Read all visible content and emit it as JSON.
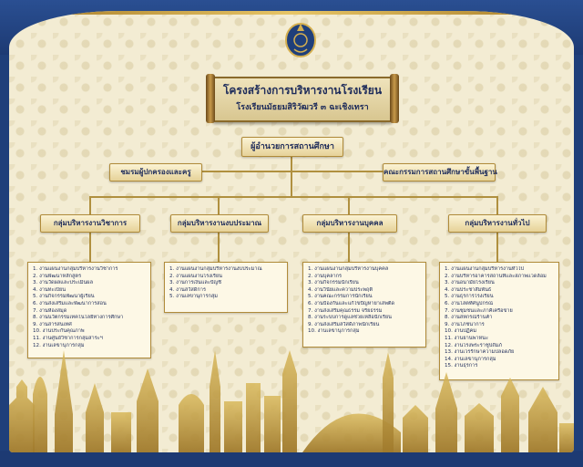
{
  "title": "โครงสร้างการบริหารงานโรงเรียน",
  "subtitle": "โรงเรียนมัธยมสิริวัฒวรี ๓ ฉะเชิงเทรา",
  "director": "ผู้อำนวยการสถานศึกษา",
  "parents_network": "ชมรมผู้ปกครองและครู",
  "school_board": "คณะกรรมการสถานศึกษาขั้นพื้นฐาน",
  "colors": {
    "navy": "#1f3f7a",
    "gold": "#c9a24a",
    "cream": "#f3ecd3",
    "text": "#1d2b5a"
  },
  "groups": [
    {
      "name": "กลุ่มบริหารงานวิชาการ",
      "items": [
        "1. งานแผนงานกลุ่มบริหารงานวิชาการ",
        "2. งานพัฒนาหลักสูตร",
        "3. งานวัดผลและประเมินผล",
        "4. งานทะเบียน",
        "5. งานกิจกรรมพัฒนาผู้เรียน",
        "6. งานส่งเสริมและพัฒนาการสอน",
        "7. งานห้องสมุด",
        "8. งานนวัตกรรมเทคโนโลยีทางการศึกษา",
        "9. งานสารสนเทศ",
        "10. งานประกันคุณภาพ",
        "11. งานศูนย์วิชาการกลุ่มสาระฯ",
        "12. งานเลขานุการกลุ่ม"
      ]
    },
    {
      "name": "กลุ่มบริหารงานงบประมาณ",
      "items": [
        "1. งานแผนงานกลุ่มบริหารงานงบประมาณ",
        "2. งานแผนงานโรงเรียน",
        "3. งานการเงินและบัญชี",
        "4. งานสวัสดิการ",
        "5. งานเลขานุการกลุ่ม"
      ]
    },
    {
      "name": "กลุ่มบริหารงานบุคคล",
      "items": [
        "1. งานแผนงานกลุ่มบริหารงานบุคคล",
        "2. งานบุคลากร",
        "3. งานกิจกรรมนักเรียน",
        "4. งานวินัยและความประพฤติ",
        "5. งานคณะกรรมการนักเรียน",
        "6. งานป้องกันและแก้ไขปัญหายาเสพติด",
        "7. งานส่งเสริมคุณธรรม จริยธรรม",
        "8. งานระบบการดูแลช่วยเหลือนักเรียน",
        "9. งานส่งเสริมสวัสดิภาพนักเรียน",
        "10. งานเลขานุการกลุ่ม"
      ]
    },
    {
      "name": "กลุ่มบริหารงานทั่วไป",
      "items": [
        "1. งานแผนงานกลุ่มบริหารงานทั่วไป",
        "2. งานบริหารอาคารสถานที่และสภาพแวดล้อม",
        "3. งานอนามัยโรงเรียน",
        "4. งานประชาสัมพันธ์",
        "5. งานธุรการโรงเรียน",
        "6. งานโสตทัศนูปกรณ์",
        "7. งานชุมชนและภาคีเครือข่าย",
        "8. งานสหกรณ์ร้านค้า",
        "9. งานโภชนาการ",
        "10. งานปฏิคม",
        "11. งานยานพาหนะ",
        "12. งานโรงพระราชูปถัมภ์",
        "13. งานเวรรักษาความปลอดภัย",
        "14. งานเลขานุการกลุ่ม",
        "15. งานธุรการ"
      ]
    }
  ]
}
